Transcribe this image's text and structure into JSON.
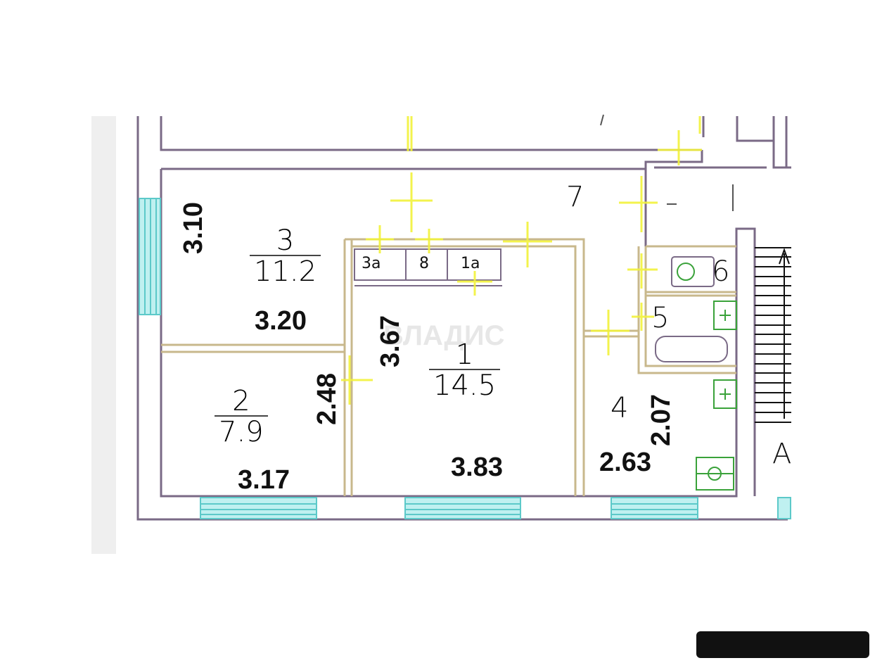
{
  "rooms": [
    {
      "id": "1",
      "area": "14.5",
      "width": "3.83",
      "depth": "3.67"
    },
    {
      "id": "2",
      "area": "7.9",
      "width": "3.17",
      "depth": "2.48"
    },
    {
      "id": "3",
      "area": "11.2",
      "width": "3.20",
      "depth": "3.10"
    },
    {
      "id": "4",
      "width": "2.63",
      "depth": "2.07"
    },
    {
      "id": "5"
    },
    {
      "id": "6"
    },
    {
      "id": "7"
    }
  ],
  "closets": [
    "3a",
    "8",
    "1a"
  ],
  "stair_label": "A",
  "watermark": "ВЛАДИС",
  "colors": {
    "wall": "#7a6a86",
    "window": "#8fe3e3",
    "marker": "#f2f23a",
    "fixture": "#3aa23a",
    "inner_wall": "#cbbb8f"
  }
}
